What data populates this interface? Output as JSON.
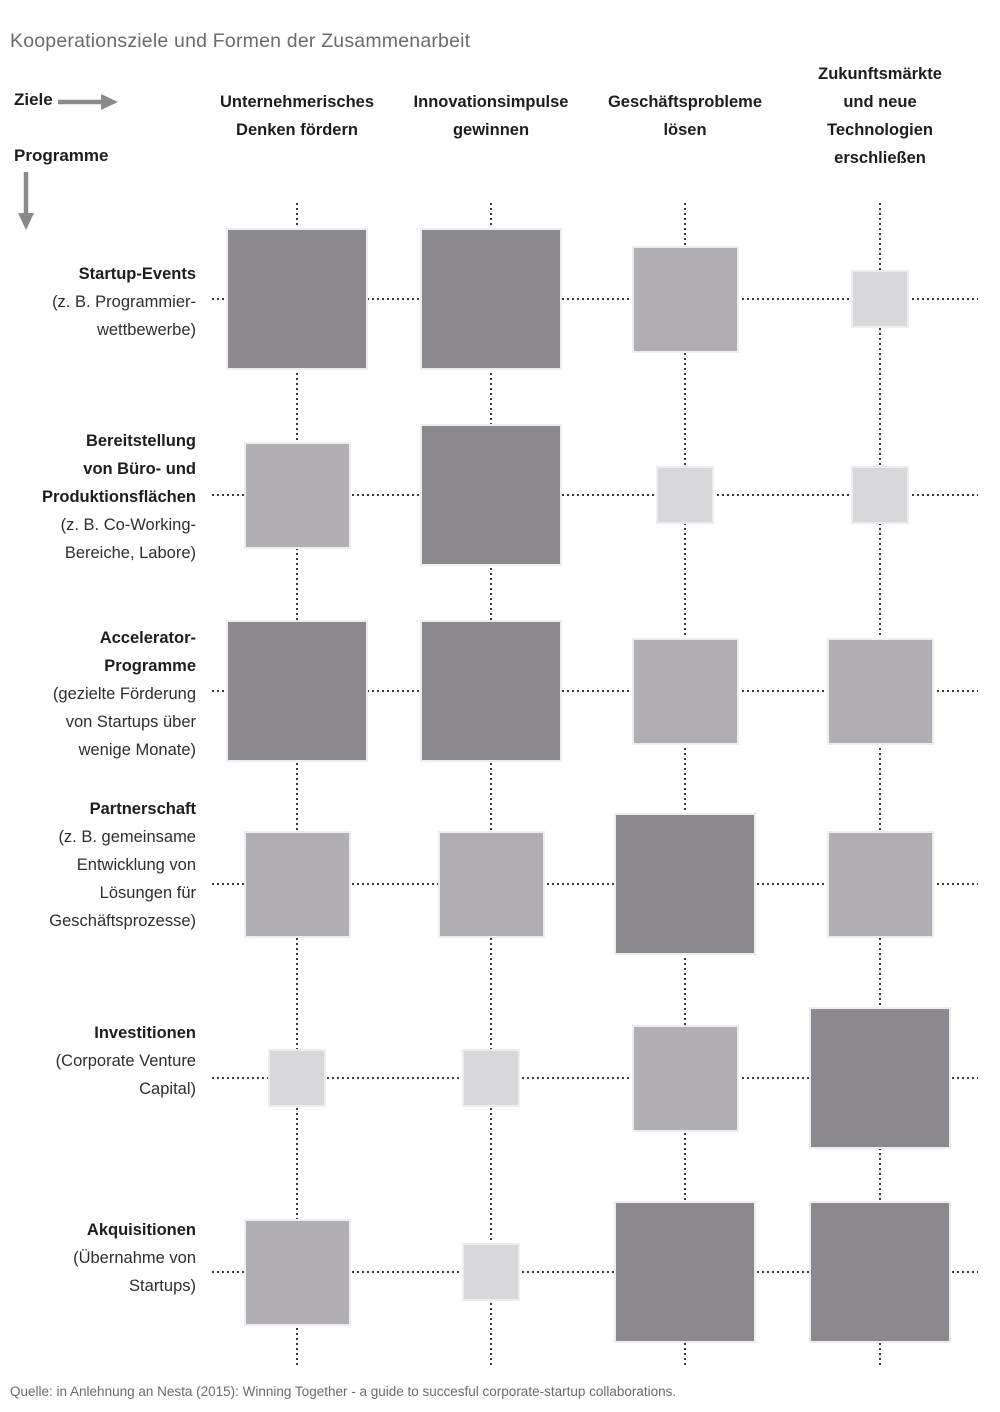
{
  "title": "Kooperationsziele und Formen der Zusammenarbeit",
  "axes": {
    "ziele": "Ziele",
    "programme": "Programme"
  },
  "columns": [
    "Unternehmerisches\nDenken fördern",
    "Innovationsimpulse\ngewinnen",
    "Geschäftsprobleme\nlösen",
    "Zukunftsmärkte\nund neue\nTechnologien\nerschließen"
  ],
  "rows": [
    {
      "name": "Startup-Events",
      "note": "(z. B. Programmier-\nwettbewerbe)"
    },
    {
      "name": "Bereitstellung\nvon Büro- und\nProduktionsflächen",
      "note": "(z. B. Co-Working-\nBereiche, Labore)"
    },
    {
      "name": "Accelerator-\nProgramme",
      "note": "(gezielte Förderung\nvon Startups über\nwenige Monate)"
    },
    {
      "name": "Partnerschaft",
      "note": "(z. B. gemeinsame\nEntwicklung von\nLösungen für\nGeschäftsprozesse)"
    },
    {
      "name": "Investitionen",
      "note": "(Corporate Venture\nCapital)"
    },
    {
      "name": "Akquisitionen",
      "note": "(Übernahme von\nStartups)"
    }
  ],
  "chart_data": {
    "type": "heatmap",
    "title": "Kooperationsziele und Formen der Zusammenarbeit",
    "x_categories": [
      "Unternehmerisches Denken fördern",
      "Innovationsimpulse gewinnen",
      "Geschäftsprobleme lösen",
      "Zukunftsmärkte und neue Technologien erschließen"
    ],
    "y_categories": [
      "Startup-Events (z. B. Programmierwettbewerbe)",
      "Bereitstellung von Büro- und Produktionsflächen (z. B. Co-Working-Bereiche, Labore)",
      "Accelerator-Programme (gezielte Förderung von Startups über wenige Monate)",
      "Partnerschaft (z. B. gemeinsame Entwicklung von Lösungen für Geschäftsprozesse)",
      "Investitionen (Corporate Venture Capital)",
      "Akquisitionen (Übernahme von Startups)"
    ],
    "values": [
      [
        3,
        3,
        2,
        1
      ],
      [
        2,
        3,
        1,
        1
      ],
      [
        3,
        3,
        2,
        2
      ],
      [
        2,
        2,
        3,
        2
      ],
      [
        1,
        1,
        2,
        3
      ],
      [
        2,
        1,
        3,
        3
      ]
    ],
    "value_scale": {
      "1": "gering – kleines helles Quadrat",
      "2": "mittel – mittleres graues Quadrat",
      "3": "hoch – großes dunkles Quadrat"
    },
    "legend_position": "none",
    "grid": "dotted"
  },
  "colors": {
    "high": "#8b888e",
    "medium": "#b1afb3",
    "low": "#d8d7d9",
    "dotted_line": "#3a3a3a",
    "arrow": "#8a8a8a",
    "title_text": "#6b6a6d"
  },
  "source": "Quelle: in Anlehnung an Nesta (2015): Winning Together - a guide to succesful corporate-startup collaborations."
}
